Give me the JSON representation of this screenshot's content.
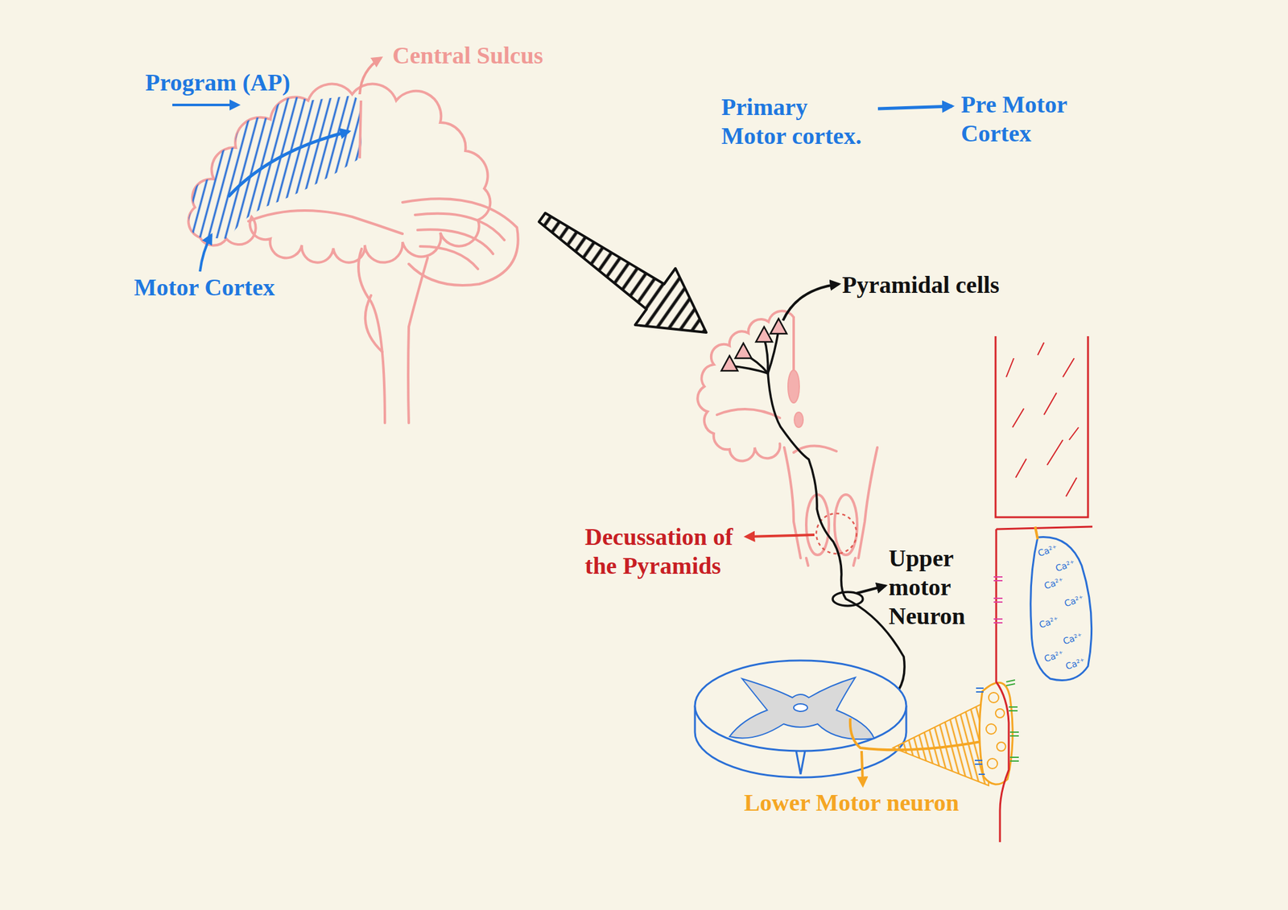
{
  "diagram": {
    "nodes": [
      {
        "text": [
          "Primary Motor cortex."
        ]
      },
      {
        "text": [
          "Pre Motor Cortex"
        ]
      }
    ],
    "edges": [
      {
        "from": 0,
        "to": 1,
        "arrow": "to"
      }
    ],
    "labels": [
      "Program (AP)",
      "Central Sulcus",
      "Motor Cortex",
      "Pyramidal cells",
      "Decussation of the Pyramids",
      "Upper motor Neuron",
      "Lower Motor neuron",
      "Ca²⁺",
      "Ca²⁺",
      "Ca²⁺",
      "Ca²⁺",
      "Ca²⁺",
      "Ca²⁺",
      "Ca²⁺",
      "Ca²⁺"
    ]
  }
}
